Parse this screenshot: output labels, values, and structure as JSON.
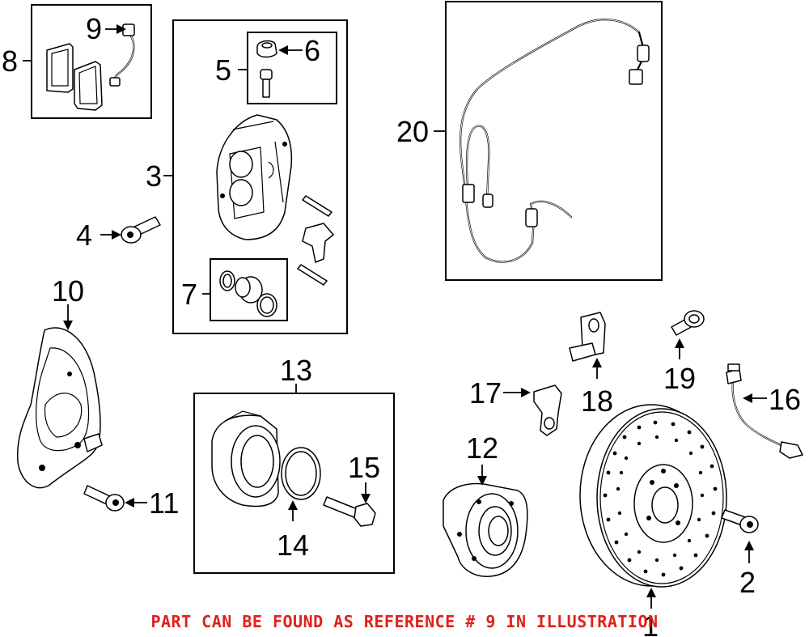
{
  "callouts": {
    "c1": "1",
    "c2": "2",
    "c3": "3",
    "c4": "4",
    "c5": "5",
    "c6": "6",
    "c7": "7",
    "c8": "8",
    "c9": "9",
    "c10": "10",
    "c11": "11",
    "c12": "12",
    "c13": "13",
    "c14": "14",
    "c15": "15",
    "c16": "16",
    "c17": "17",
    "c18": "18",
    "c19": "19",
    "c20": "20"
  },
  "footer": {
    "note": "PART CAN BE FOUND AS REFERENCE # 9 IN ILLUSTRATION"
  },
  "colors": {
    "note_red": "#e0201b",
    "line": "#000000",
    "background": "#ffffff"
  }
}
